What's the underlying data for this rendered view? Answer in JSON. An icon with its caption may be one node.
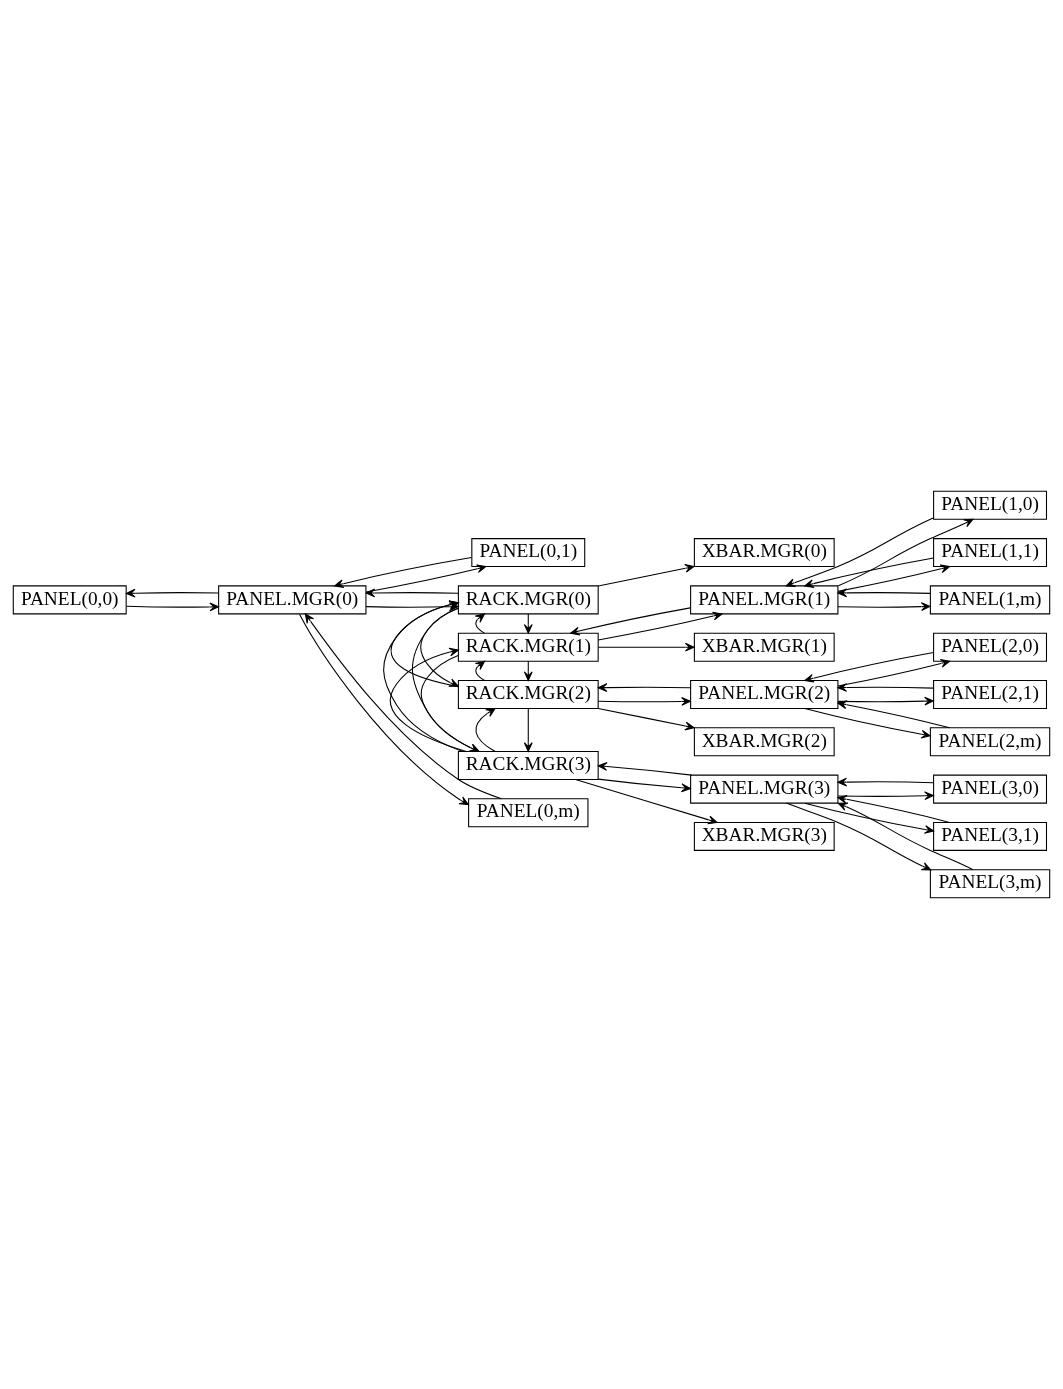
{
  "diagram": {
    "nodes": [
      {
        "text": [
          "PANEL(0,0)"
        ]
      },
      {
        "text": [
          "PANEL.MGR(0)"
        ]
      },
      {
        "text": [
          "PANEL(0,1)"
        ]
      },
      {
        "text": [
          "RACK.MGR(0)"
        ]
      },
      {
        "text": [
          "XBAR.MGR(0)"
        ]
      },
      {
        "text": [
          "PANEL(0,m)"
        ]
      },
      {
        "text": [
          "PANEL(1,0)"
        ]
      },
      {
        "text": [
          "PANEL.MGR(1)"
        ]
      },
      {
        "text": [
          "PANEL(1,1)"
        ]
      },
      {
        "text": [
          "RACK.MGR(1)"
        ]
      },
      {
        "text": [
          "XBAR.MGR(1)"
        ]
      },
      {
        "text": [
          "PANEL(1,m)"
        ]
      },
      {
        "text": [
          "PANEL(2,0)"
        ]
      },
      {
        "text": [
          "PANEL.MGR(2)"
        ]
      },
      {
        "text": [
          "PANEL(2,1)"
        ]
      },
      {
        "text": [
          "RACK.MGR(2)"
        ]
      },
      {
        "text": [
          "XBAR.MGR(2)"
        ]
      },
      {
        "text": [
          "PANEL(2,m)"
        ]
      },
      {
        "text": [
          "PANEL(3,0)"
        ]
      },
      {
        "text": [
          "PANEL.MGR(3)"
        ]
      },
      {
        "text": [
          "PANEL(3,1)"
        ]
      },
      {
        "text": [
          "RACK.MGR(3)"
        ]
      },
      {
        "text": [
          "XBAR.MGR(3)"
        ]
      },
      {
        "text": [
          "PANEL(3,m)"
        ]
      }
    ],
    "edges": [
      {
        "from": 3,
        "to": 1,
        "arrow": "to"
      },
      {
        "from": 1,
        "to": 3,
        "arrow": "to"
      },
      {
        "from": 3,
        "to": 4,
        "arrow": "to"
      },
      {
        "from": 1,
        "to": 0,
        "arrow": "to"
      },
      {
        "from": 0,
        "to": 1,
        "arrow": "to"
      },
      {
        "from": 1,
        "to": 2,
        "arrow": "to"
      },
      {
        "from": 2,
        "to": 1,
        "arrow": "to"
      },
      {
        "from": 1,
        "to": 5,
        "arrow": "to"
      },
      {
        "from": 5,
        "to": 1,
        "arrow": "to"
      },
      {
        "from": 9,
        "to": 7,
        "arrow": "to"
      },
      {
        "from": 7,
        "to": 9,
        "arrow": "to"
      },
      {
        "from": 9,
        "to": 10,
        "arrow": "to"
      },
      {
        "from": 7,
        "to": 6,
        "arrow": "to"
      },
      {
        "from": 6,
        "to": 7,
        "arrow": "to"
      },
      {
        "from": 7,
        "to": 8,
        "arrow": "to"
      },
      {
        "from": 8,
        "to": 7,
        "arrow": "to"
      },
      {
        "from": 7,
        "to": 11,
        "arrow": "to"
      },
      {
        "from": 11,
        "to": 7,
        "arrow": "to"
      },
      {
        "from": 15,
        "to": 13,
        "arrow": "to"
      },
      {
        "from": 13,
        "to": 15,
        "arrow": "to"
      },
      {
        "from": 15,
        "to": 16,
        "arrow": "to"
      },
      {
        "from": 13,
        "to": 12,
        "arrow": "to"
      },
      {
        "from": 12,
        "to": 13,
        "arrow": "to"
      },
      {
        "from": 13,
        "to": 14,
        "arrow": "to"
      },
      {
        "from": 14,
        "to": 13,
        "arrow": "to"
      },
      {
        "from": 13,
        "to": 17,
        "arrow": "to"
      },
      {
        "from": 17,
        "to": 13,
        "arrow": "to"
      },
      {
        "from": 21,
        "to": 19,
        "arrow": "to"
      },
      {
        "from": 19,
        "to": 21,
        "arrow": "to"
      },
      {
        "from": 21,
        "to": 22,
        "arrow": "to"
      },
      {
        "from": 19,
        "to": 18,
        "arrow": "to"
      },
      {
        "from": 18,
        "to": 19,
        "arrow": "to"
      },
      {
        "from": 19,
        "to": 20,
        "arrow": "to"
      },
      {
        "from": 20,
        "to": 19,
        "arrow": "to"
      },
      {
        "from": 19,
        "to": 23,
        "arrow": "to"
      },
      {
        "from": 23,
        "to": 19,
        "arrow": "to"
      },
      {
        "from": 3,
        "to": 9,
        "arrow": "to"
      },
      {
        "from": 9,
        "to": 3,
        "arrow": "to"
      },
      {
        "from": 9,
        "to": 15,
        "arrow": "to"
      },
      {
        "from": 15,
        "to": 9,
        "arrow": "to"
      },
      {
        "from": 15,
        "to": 21,
        "arrow": "to"
      },
      {
        "from": 21,
        "to": 15,
        "arrow": "to"
      },
      {
        "from": 3,
        "to": 15,
        "arrow": "to"
      },
      {
        "from": 15,
        "to": 3,
        "arrow": "to"
      },
      {
        "from": 3,
        "to": 21,
        "arrow": "to"
      },
      {
        "from": 21,
        "to": 3,
        "arrow": "to"
      },
      {
        "from": 9,
        "to": 21,
        "arrow": "to"
      },
      {
        "from": 21,
        "to": 9,
        "arrow": "to"
      }
    ]
  }
}
